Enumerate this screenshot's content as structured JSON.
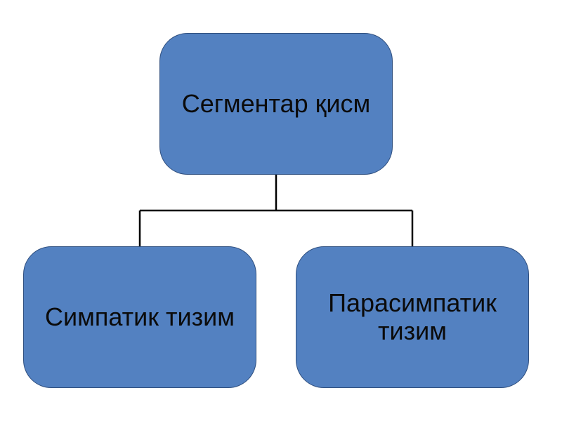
{
  "colors": {
    "node_fill": "#5381c1",
    "node_border": "#2f4f7f",
    "connector": "#000000",
    "text": "#0b0b0b"
  },
  "nodes": {
    "root": {
      "label": "Сегментар қисм"
    },
    "left": {
      "label": "Симпатик тизим"
    },
    "right": {
      "label": "Парасимпатик тизим"
    }
  },
  "edges": [
    {
      "from": "root",
      "to": "left"
    },
    {
      "from": "root",
      "to": "right"
    }
  ]
}
